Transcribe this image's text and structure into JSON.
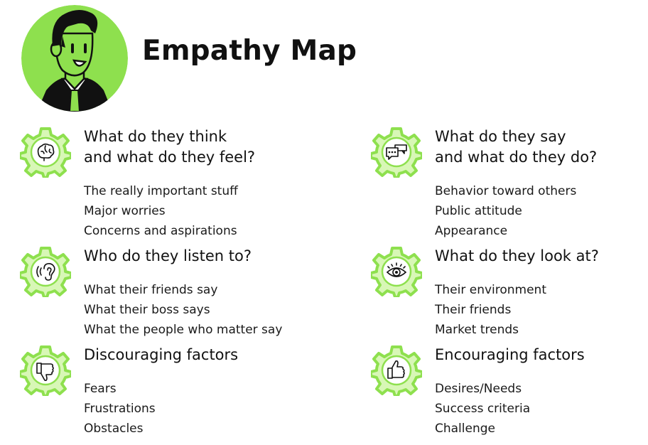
{
  "title": "Empathy Map",
  "colors": {
    "accent": "#8ee04e",
    "gear_light": "#d8f7b6",
    "dark": "#111111"
  },
  "sections": [
    {
      "icon": "brain-icon",
      "heading": [
        "What do they think",
        "and what do they feel?"
      ],
      "items": [
        "The really important stuff",
        "Major worries",
        "Concerns and aspirations"
      ]
    },
    {
      "icon": "speech-bubbles-icon",
      "heading": [
        "What do they say",
        "and what do they do?"
      ],
      "items": [
        "Behavior toward others",
        "Public attitude",
        "Appearance"
      ]
    },
    {
      "icon": "ear-icon",
      "heading": [
        "Who do they listen to?"
      ],
      "items": [
        "What their friends say",
        "What their boss says",
        "What the people who matter say"
      ]
    },
    {
      "icon": "eye-icon",
      "heading": [
        "What do they look at?"
      ],
      "items": [
        "Their environment",
        "Their friends",
        "Market trends"
      ]
    },
    {
      "icon": "thumbs-down-icon",
      "heading": [
        "Discouraging factors"
      ],
      "items": [
        "Fears",
        "Frustrations",
        "Obstacles"
      ]
    },
    {
      "icon": "thumbs-up-icon",
      "heading": [
        "Encouraging factors"
      ],
      "items": [
        "Desires/Needs",
        "Success criteria",
        "Challenge"
      ]
    }
  ]
}
